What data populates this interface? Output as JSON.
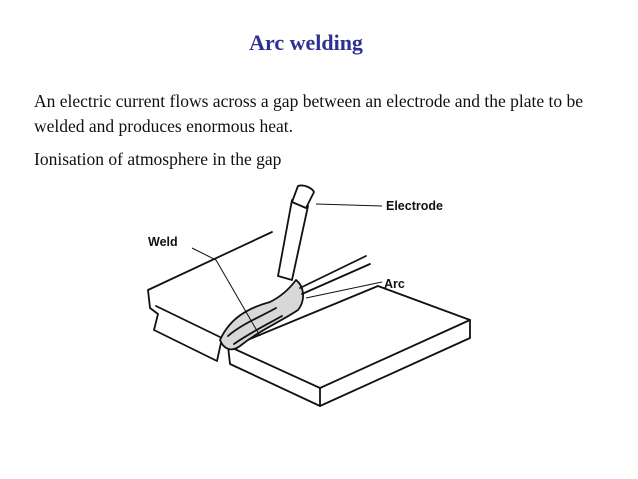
{
  "slide": {
    "title": "Arc welding",
    "title_color": "#2e3192",
    "paragraph": "An electric current flows across a gap between an electrode and the plate to be welded and produces enormous heat.",
    "bullet": "Ionisation of atmosphere in the gap"
  },
  "diagram": {
    "labels": {
      "electrode": "Electrode",
      "weld": "Weld",
      "arc": "Arc"
    }
  }
}
